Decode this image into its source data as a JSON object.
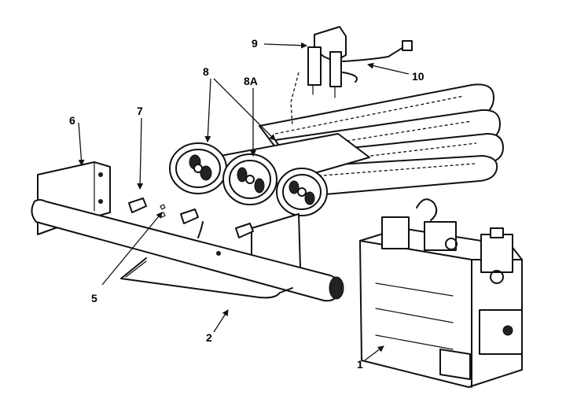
{
  "callouts": {
    "c1": "1",
    "c2": "2",
    "c5": "5",
    "c6": "6",
    "c7": "7",
    "c8": "8",
    "c8a": "8A",
    "c9": "9",
    "c10": "10"
  },
  "colors": {
    "ink": "#111111",
    "paper": "#ffffff"
  }
}
